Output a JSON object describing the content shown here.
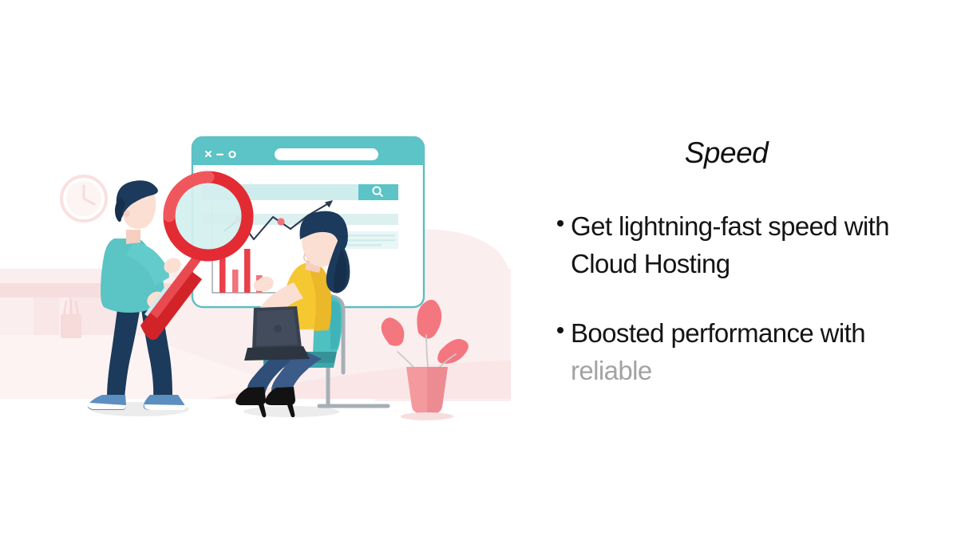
{
  "slide": {
    "background_color": "#ffffff",
    "title": "Speed",
    "bullets": [
      {
        "line1": "Get lightning-fast speed with",
        "line2": "Cloud Hosting",
        "muted_line": ""
      },
      {
        "line1": "Boosted performance with",
        "line2": "",
        "muted_line": "reliable"
      }
    ]
  },
  "illustration": {
    "name": "seo-analytics-illustration",
    "palette": {
      "teal": "#58c4c8",
      "teal_dark": "#3fb3b8",
      "teal_light": "#cfeced",
      "teal_pale": "#e4f4f4",
      "navy": "#1b3a5c",
      "navy_dark": "#16304b",
      "red": "#e22b33",
      "coral": "#f2737a",
      "pink_bg": "#fbeeee",
      "pink_mid": "#f7dede",
      "yellow": "#f5c832",
      "skin": "#fbdfd2",
      "denim": "#2f4f79",
      "shadow": "#ececec"
    },
    "browser_window": {
      "name": "browser-mockup",
      "titlebar_controls": [
        "close",
        "minimize",
        "maximize"
      ],
      "url_bar_placeholder": "",
      "search_field_value": "",
      "search_button_icon": "search-icon",
      "chart": {
        "type": "line-and-bar",
        "line_points_y": [
          62,
          38,
          72,
          30,
          58,
          20
        ],
        "bar_heights": [
          58,
          30,
          64,
          22
        ],
        "line_marker_color": "#f2737a",
        "bar_color": "#e9404a"
      },
      "text_block_lines": 3
    },
    "characters": [
      {
        "name": "standing-man",
        "hair": "#1b3a5c",
        "top": "#5bc4c4",
        "pants": "#1b3a5c",
        "shoes": "#5b8fc0",
        "holds": "magnifying-glass"
      },
      {
        "name": "seated-woman",
        "hair": "#1b3a5c",
        "top": "#f5c832",
        "pants": "#2f4f79",
        "shoes": "#121212",
        "uses": "laptop",
        "sits_on": "office-chair"
      }
    ],
    "props": [
      {
        "name": "wall-clock",
        "color": "#fae3e3"
      },
      {
        "name": "pencil-holder",
        "color": "#f7dada"
      },
      {
        "name": "desk",
        "color": "#f9e2e2"
      },
      {
        "name": "potted-plant",
        "leaf_color": "#f4767f",
        "pot_color": "#f49a9f"
      },
      {
        "name": "magnifying-glass",
        "ring_color": "#e22b33",
        "lens_color": "#d9f0f0"
      }
    ]
  }
}
